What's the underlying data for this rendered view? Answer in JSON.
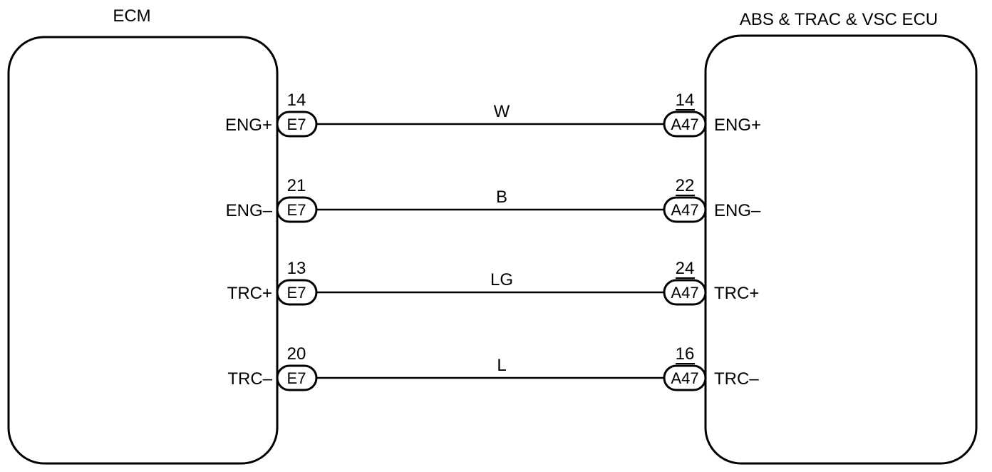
{
  "left_ecu": {
    "name": "ECM"
  },
  "right_ecu": {
    "name": "ABS & TRAC & VSC ECU"
  },
  "circuits": [
    {
      "left_pin": "14",
      "left_connector": "E7",
      "left_signal": "ENG+",
      "wire_color": "W",
      "right_pin": "14",
      "right_connector": "A47",
      "right_signal": "ENG+"
    },
    {
      "left_pin": "21",
      "left_connector": "E7",
      "left_signal": "ENG–",
      "wire_color": "B",
      "right_pin": "22",
      "right_connector": "A47",
      "right_signal": "ENG–"
    },
    {
      "left_pin": "13",
      "left_connector": "E7",
      "left_signal": "TRC+",
      "wire_color": "LG",
      "right_pin": "24",
      "right_connector": "A47",
      "right_signal": "TRC+"
    },
    {
      "left_pin": "20",
      "left_connector": "E7",
      "left_signal": "TRC–",
      "wire_color": "L",
      "right_pin": "16",
      "right_connector": "A47",
      "right_signal": "TRC–"
    }
  ]
}
